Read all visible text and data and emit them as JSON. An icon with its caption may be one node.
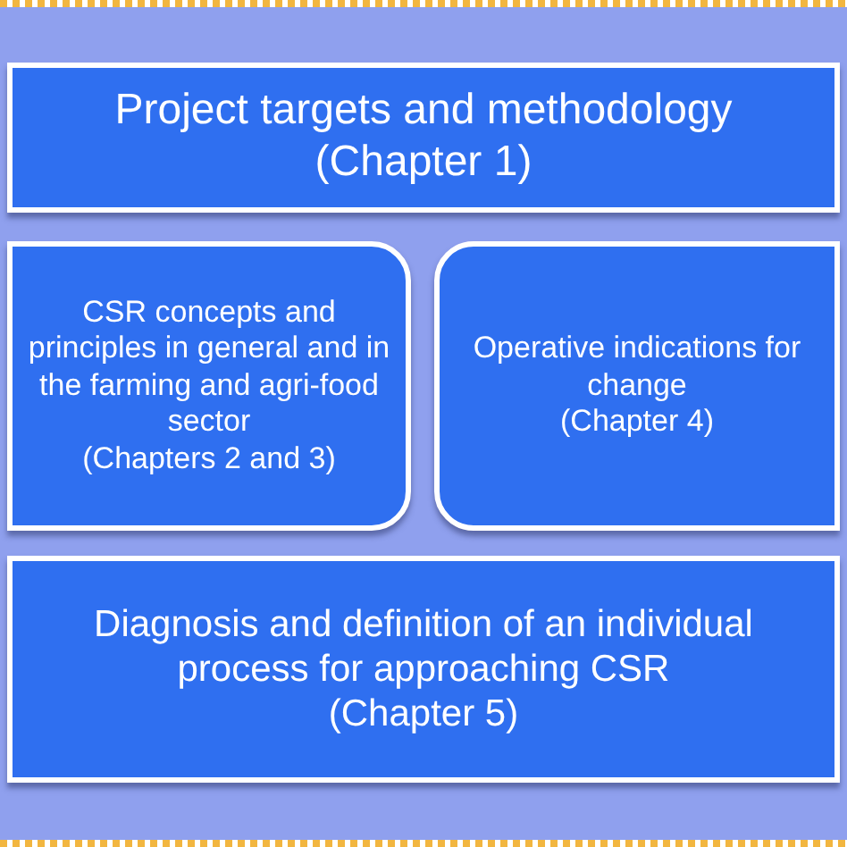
{
  "diagram": {
    "nodes": [
      {
        "text": [
          "Project targets and methodology",
          "(Chapter 1)"
        ]
      },
      {
        "text": [
          "CSR concepts and principles in general and in the farming and agri-food sector",
          "(Chapters 2 and 3)"
        ]
      },
      {
        "text": [
          "Operative indications for change",
          "(Chapter 4)"
        ]
      },
      {
        "text": [
          "Diagnosis and definition of an individual process for approaching CSR",
          "(Chapter 5)"
        ]
      }
    ]
  }
}
